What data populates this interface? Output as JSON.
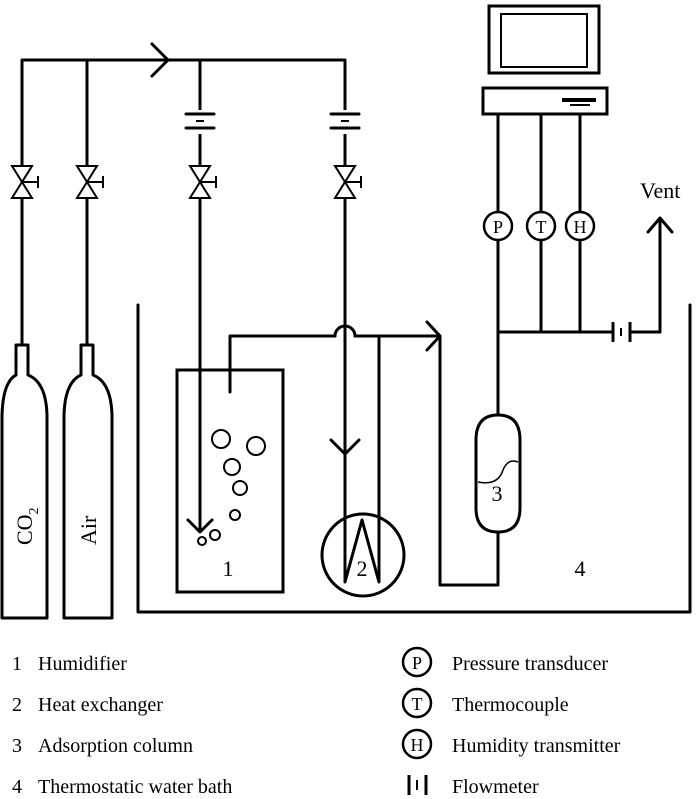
{
  "diagram": {
    "gas_labels": {
      "co2": "CO",
      "co2_sub": "2",
      "air": "Air"
    },
    "vent_label": "Vent",
    "instrument_letters": {
      "pressure": "P",
      "temperature": "T",
      "humidity": "H"
    },
    "component_numbers": {
      "humidifier": "1",
      "heat_exchanger": "2",
      "adsorption_column": "3",
      "water_bath": "4"
    }
  },
  "legend": {
    "left": [
      {
        "num": "1",
        "text": "Humidifier"
      },
      {
        "num": "2",
        "text": "Heat exchanger"
      },
      {
        "num": "3",
        "text": "Adsorption column"
      },
      {
        "num": "4",
        "text": "Thermostatic water bath"
      }
    ],
    "right": [
      {
        "symbol": "P",
        "text": "Pressure transducer"
      },
      {
        "symbol": "T",
        "text": "Thermocouple"
      },
      {
        "symbol": "H",
        "text": "Humidity transmitter"
      },
      {
        "symbol": "flowmeter",
        "text": "Flowmeter"
      }
    ]
  }
}
